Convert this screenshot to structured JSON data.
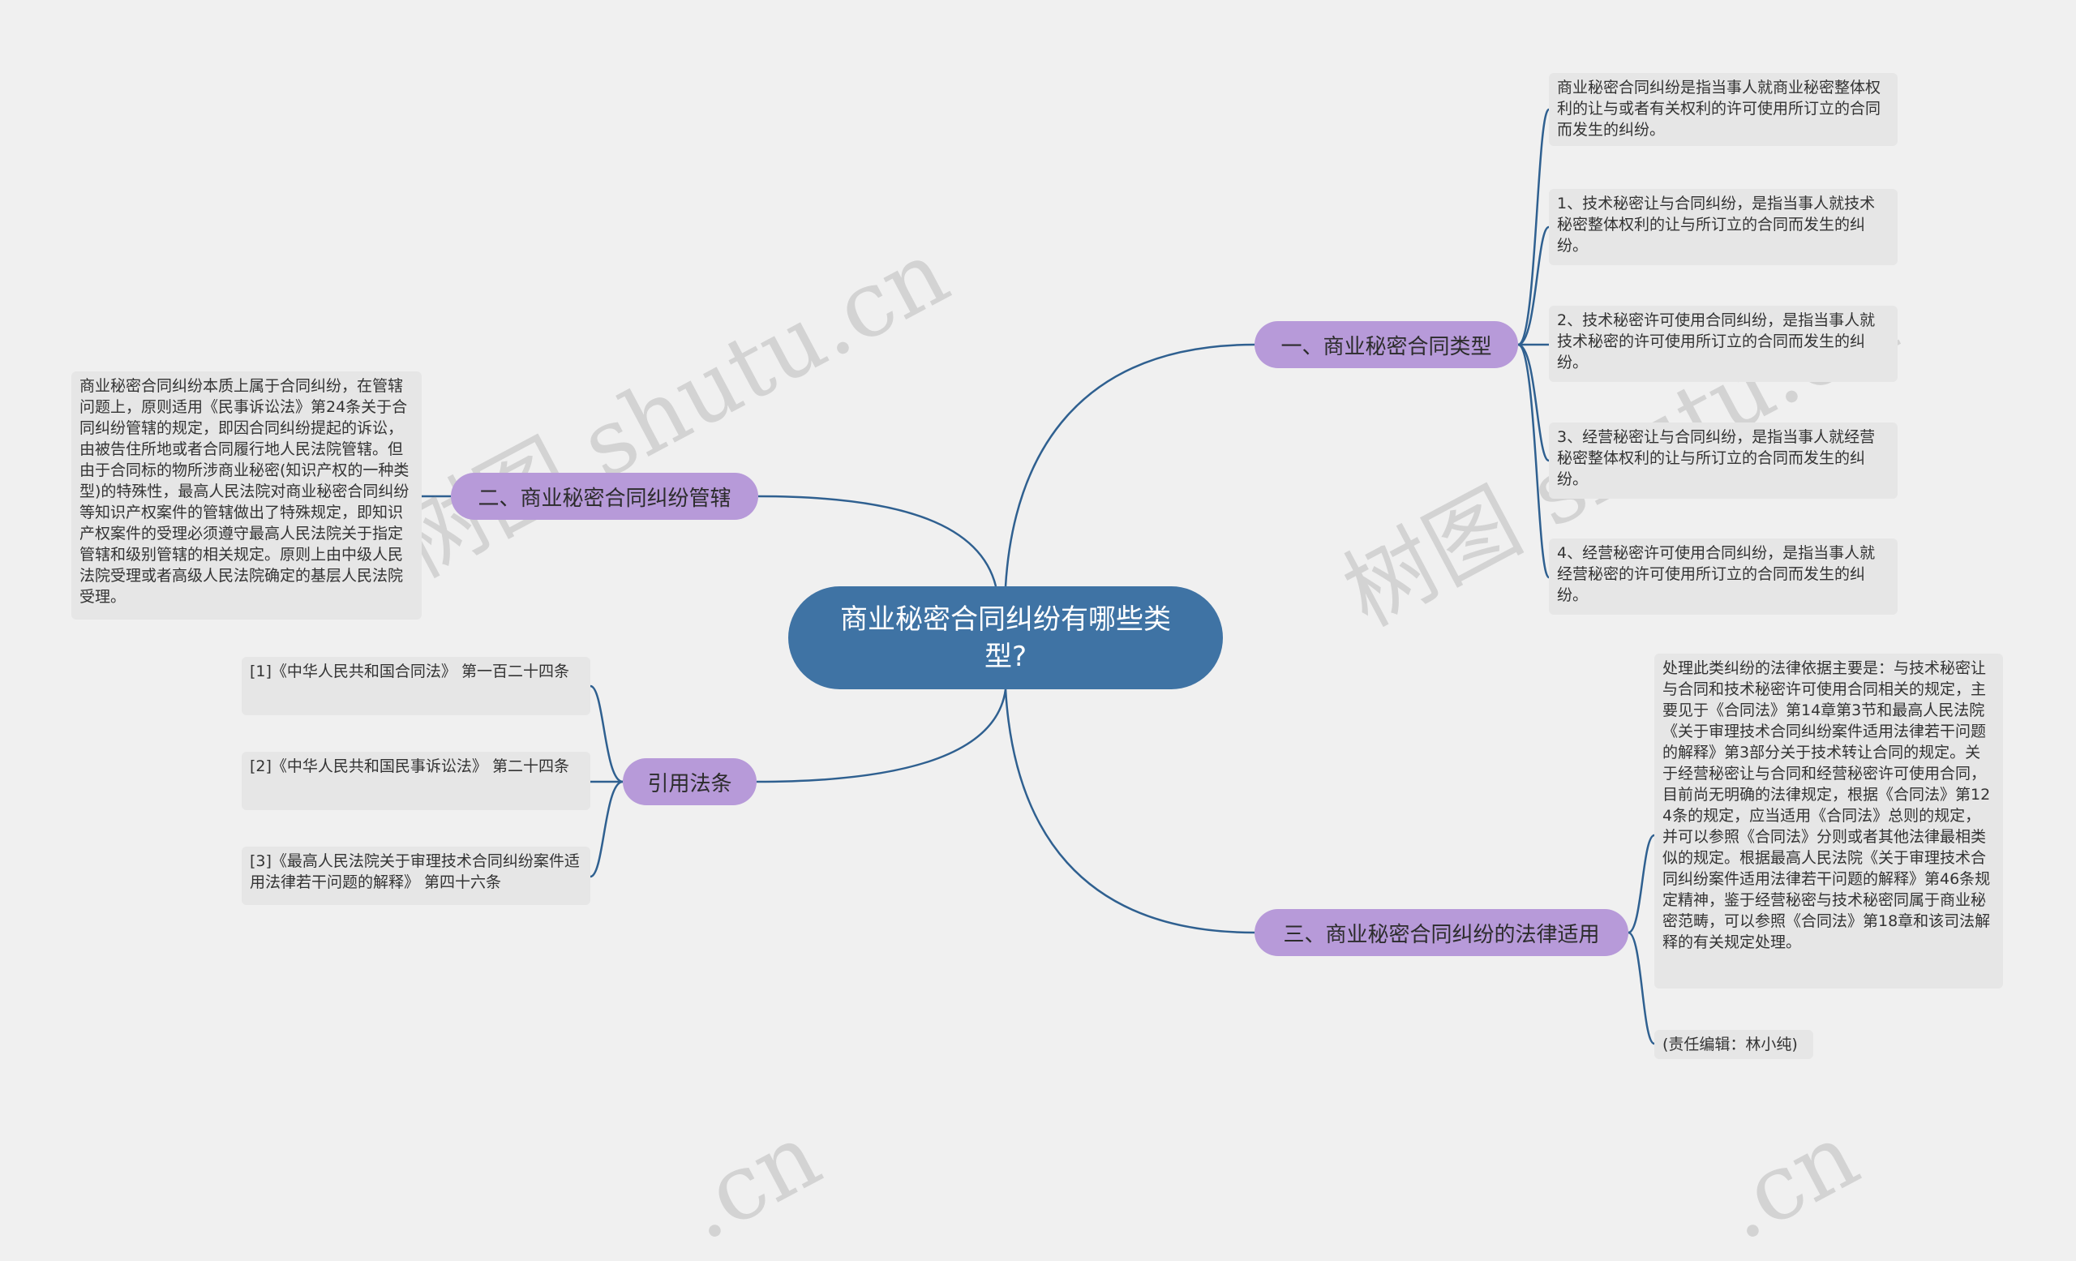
{
  "watermark_text": "树图 shutu.cn",
  "watermark_text_short": "shutu.cn",
  "watermark_text_tail": ".cn",
  "colors": {
    "background": "#f0f0f0",
    "central": "#3f73a4",
    "branch": "#b79ad9",
    "leaf": "#e6e6e6",
    "link": "#2f6090"
  },
  "central": {
    "title": "商业秘密合同纠纷有哪些类型?"
  },
  "branch1": {
    "label": "一、商业秘密合同类型",
    "leaves": [
      "商业秘密合同纠纷是指当事人就商业秘密整体权利的让与或者有关权利的许可使用所订立的合同而发生的纠纷。",
      "1、技术秘密让与合同纠纷，是指当事人就技术秘密整体权利的让与所订立的合同而发生的纠纷。",
      "2、技术秘密许可使用合同纠纷，是指当事人就技术秘密的许可使用所订立的合同而发生的纠纷。",
      "3、经营秘密让与合同纠纷，是指当事人就经营秘密整体权利的让与所订立的合同而发生的纠纷。",
      "4、经营秘密许可使用合同纠纷，是指当事人就经营秘密的许可使用所订立的合同而发生的纠纷。"
    ]
  },
  "branch2": {
    "label": "二、商业秘密合同纠纷管辖",
    "leaves": [
      "商业秘密合同纠纷本质上属于合同纠纷，在管辖问题上，原则适用《民事诉讼法》第24条关于合同纠纷管辖的规定，即因合同纠纷提起的诉讼，由被告住所地或者合同履行地人民法院管辖。但由于合同标的物所涉商业秘密(知识产权的一种类型)的特殊性，最高人民法院对商业秘密合同纠纷等知识产权案件的管辖做出了特殊规定，即知识产权案件的受理必须遵守最高人民法院关于指定管辖和级别管辖的相关规定。原则上由中级人民法院受理或者高级人民法院确定的基层人民法院受理。"
    ]
  },
  "branch3": {
    "label": "三、商业秘密合同纠纷的法律适用",
    "leaves": [
      "处理此类纠纷的法律依据主要是：与技术秘密让与合同和技术秘密许可使用合同相关的规定，主要见于《合同法》第14章第3节和最高人民法院《关于审理技术合同纠纷案件适用法律若干问题的解释》第3部分关于技术转让合同的规定。关于经营秘密让与合同和经营秘密许可使用合同，目前尚无明确的法律规定，根据《合同法》第124条的规定，应当适用《合同法》总则的规定，并可以参照《合同法》分则或者其他法律最相类似的规定。根据最高人民法院《关于审理技术合同纠纷案件适用法律若干问题的解释》第46条规定精神，鉴于经营秘密与技术秘密同属于商业秘密范畴，可以参照《合同法》第18章和该司法解释的有关规定处理。",
      "(责任编辑：林小纯)"
    ]
  },
  "branch4": {
    "label": "引用法条",
    "leaves": [
      "[1]《中华人民共和国合同法》 第一百二十四条",
      "[2]《中华人民共和国民事诉讼法》 第二十四条",
      "[3]《最高人民法院关于审理技术合同纠纷案件适用法律若干问题的解释》 第四十六条"
    ]
  }
}
